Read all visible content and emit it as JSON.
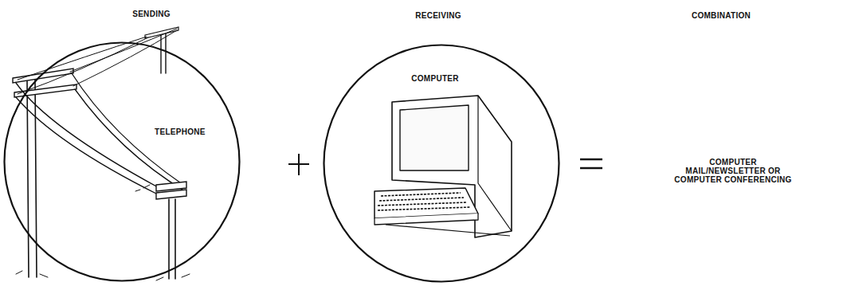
{
  "diagram": {
    "nodes": [
      {
        "text": [
          "SENDING",
          "TELEPHONE"
        ]
      },
      {
        "text": [
          "RECEIVING",
          "COMPUTER"
        ]
      }
    ],
    "labels": [
      "COMBINATION",
      "COMPUTER MAIL/NEWSLETTER OR COMPUTER CONFERENCING"
    ]
  }
}
